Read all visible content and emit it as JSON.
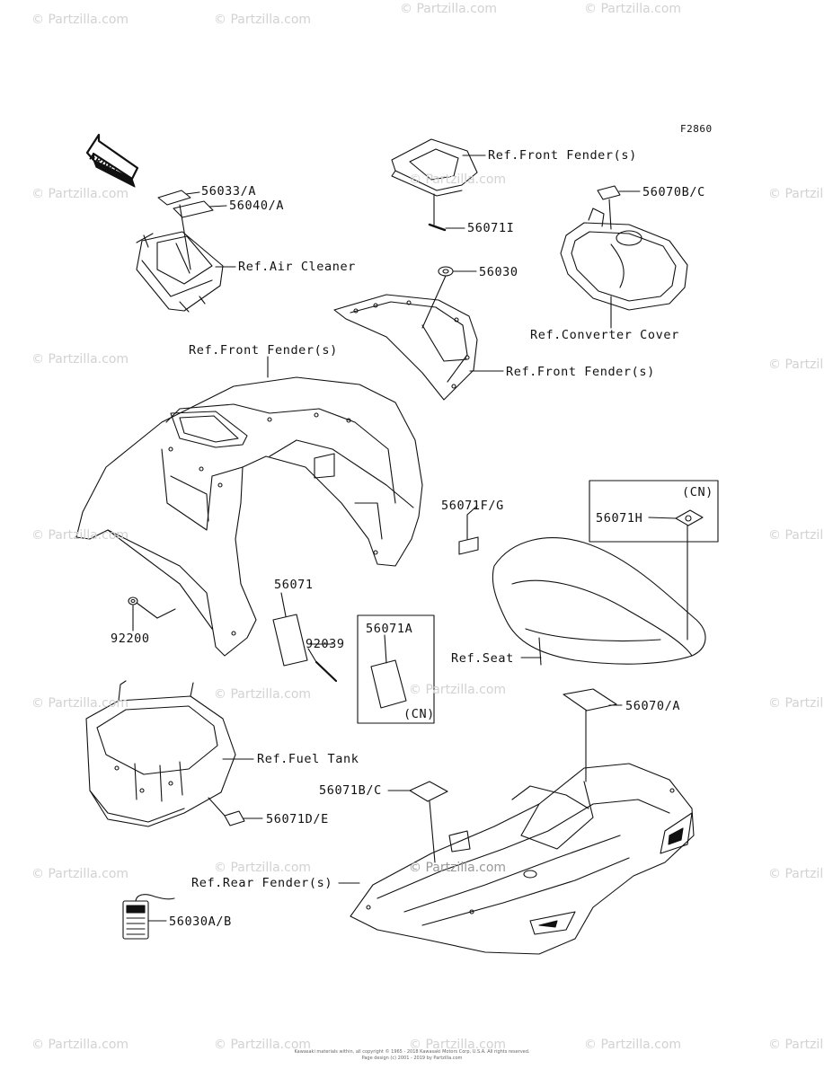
{
  "figure_code": "F2860",
  "front_arrow": "FRONT",
  "watermark": "© Partzilla.com",
  "callouts": {
    "p56033": "56033/A",
    "p56040": "56040/A",
    "air_cleaner": "Ref.Air Cleaner",
    "front_fender_top": "Ref.Front Fender(s)",
    "p56071I": "56071I",
    "p56070BC": "56070B/C",
    "p56030": "56030",
    "converter_cover": "Ref.Converter Cover",
    "front_fender_right": "Ref.Front Fender(s)",
    "front_fender_main": "Ref.Front Fender(s)",
    "p56071FG": "56071F/G",
    "cn_box_top_tag": "(CN)",
    "p56071H": "56071H",
    "p56071": "56071",
    "p92039": "92039",
    "p56071A": "56071A",
    "cn_box_mid_tag": "(CN)",
    "p92200": "92200",
    "seat": "Ref.Seat",
    "p56070A": "56070/A",
    "fuel_tank": "Ref.Fuel Tank",
    "p56071BC": "56071B/C",
    "p56071DE": "56071D/E",
    "rear_fender": "Ref.Rear Fender(s)",
    "p56030AB": "56030A/B"
  },
  "footer": {
    "line1": "Kawasaki materials within, all copyright © 1965 - 2018 Kawasaki Motors Corp, U.S.A. All rights reserved.",
    "line2": "Page design (c) 2001 - 2019 by Partzilla.com"
  }
}
